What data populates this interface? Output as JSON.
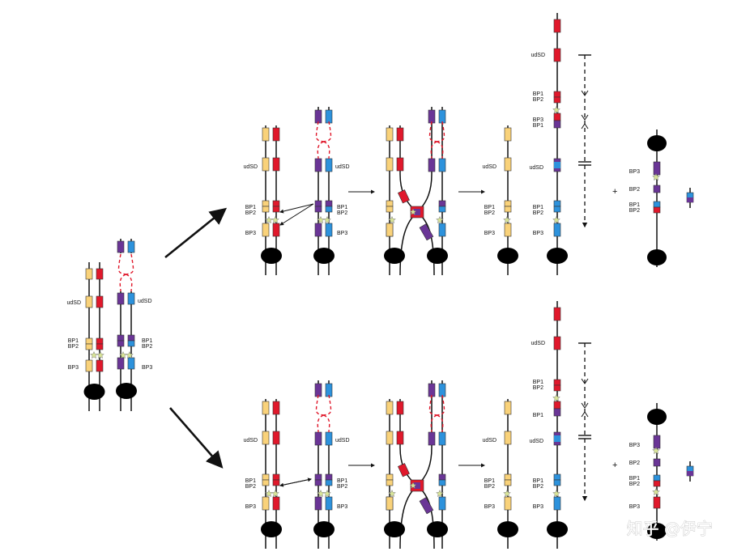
{
  "labels": {
    "udsd": "udSD",
    "bp1": "BP1",
    "bp2": "BP2",
    "bp3": "BP3",
    "plus": "+"
  },
  "watermark": "知乎 @伊宁",
  "colors": {
    "yellow": "#f9d27a",
    "red": "#e0182b",
    "purple": "#6a3596",
    "blue": "#2d92dc",
    "line": "#111111",
    "star": "#d9e597"
  }
}
